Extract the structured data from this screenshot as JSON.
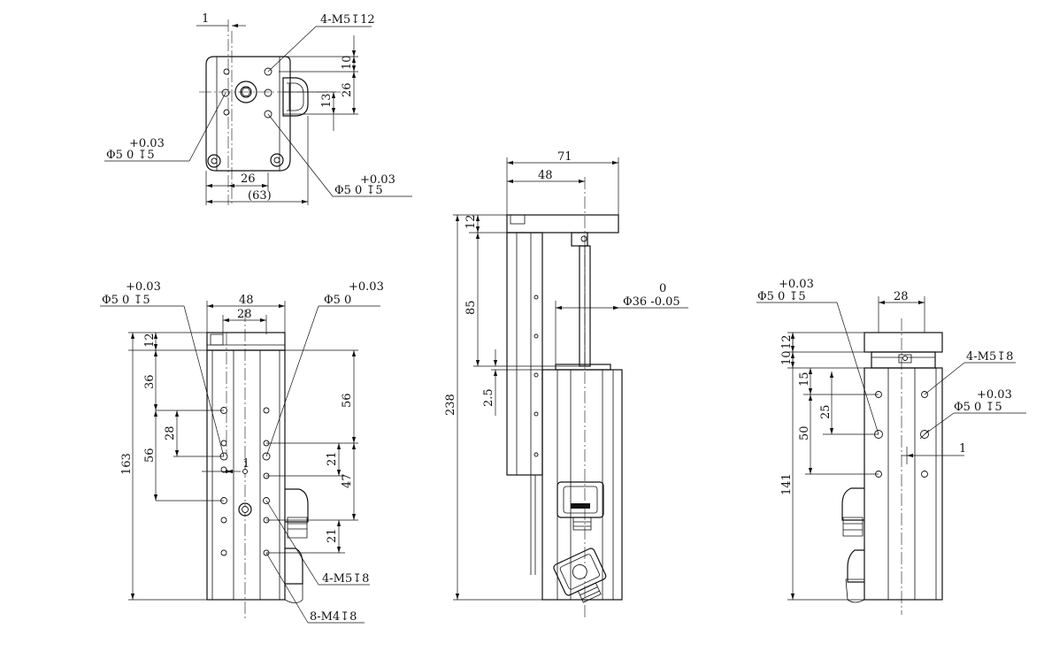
{
  "top_view": {
    "dim_offset": "1",
    "thread_callout": "4-M5↧12",
    "dim_10": "10",
    "dim_26_v": "26",
    "dim_13": "13",
    "pin_tol_left": "+0.03",
    "pin_callout_left": "Φ5  0  ↧5",
    "pin_tol_right": "+0.03",
    "pin_callout_right": "Φ5  0  ↧5",
    "dim_26_h": "26",
    "dim_63": "(63)"
  },
  "front_view": {
    "pin_tol_left": "+0.03",
    "pin_callout_left": "Φ5  0  ↧5",
    "pin_tol_right": "+0.03",
    "pin_callout_right": "Φ5  0",
    "dim_48": "48",
    "dim_28": "28",
    "dim_12": "12",
    "dim_36": "36",
    "dim_28_v": "28",
    "dim_56_left": "56",
    "dim_163": "163",
    "dim_1": "1",
    "dim_56_right": "56",
    "dim_21_a": "21",
    "dim_47": "47",
    "dim_21_b": "21",
    "thread_callout_m5": "4-M5↧8",
    "thread_callout_m4": "8-M4↧8"
  },
  "side_view": {
    "dim_71": "71",
    "dim_48": "48",
    "dim_12": "12",
    "dim_85": "85",
    "dim_238": "238",
    "dim_2_5": "2.5",
    "rod_tol_upper": "0",
    "rod_callout": "Φ36  -0.05"
  },
  "right_view": {
    "pin_tol": "+0.03",
    "pin_callout": "Φ5  0  ↧5",
    "dim_28": "28",
    "dim_10": "10",
    "dim_12": "12",
    "thread_callout": "4-M5↧8",
    "pin_tol_right": "+0.03",
    "pin_callout_right": "Φ5  0  ↧5",
    "dim_15": "15",
    "dim_25": "25",
    "dim_50": "50",
    "dim_1": "1",
    "dim_141": "141"
  }
}
